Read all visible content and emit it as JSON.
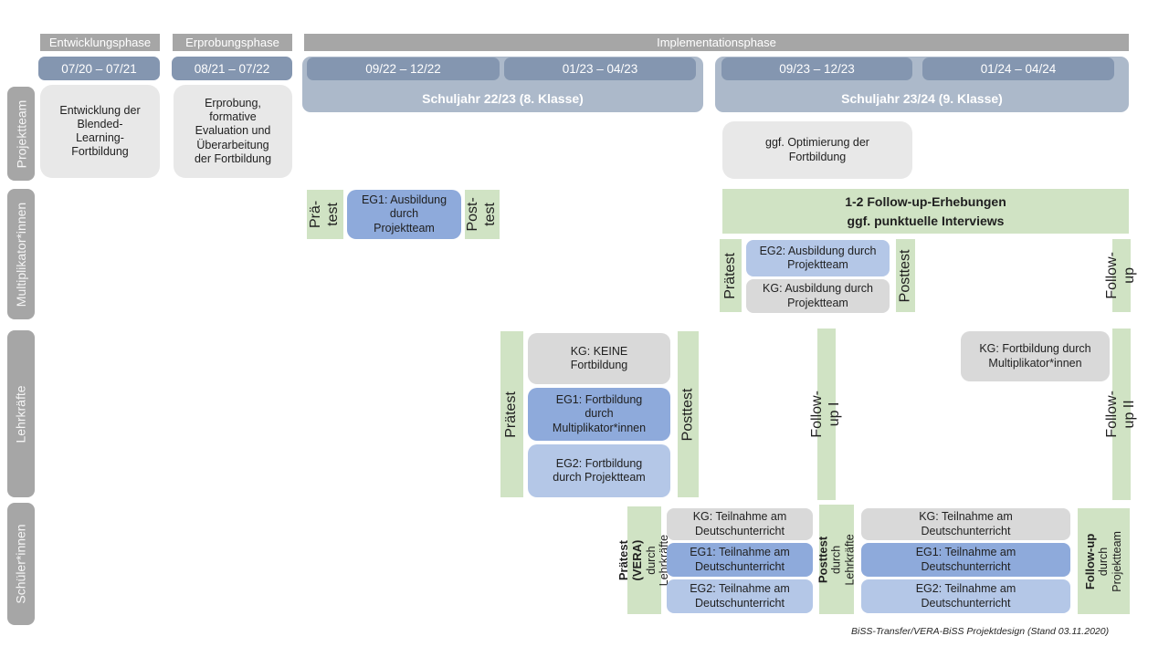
{
  "colors": {
    "phase_header": "#a6a6a6",
    "row_label": "#a6a6a6",
    "period_bar": "#8496b0",
    "school_year_band": "#acb9ca",
    "box_gray": "#e8e8e8",
    "kg_gray": "#d9d9d9",
    "eg1_blue": "#8eaadb",
    "eg2_blue": "#b4c7e7",
    "green": "#d0e3c4"
  },
  "phases": {
    "development": "Entwicklungsphase",
    "piloting": "Erprobungsphase",
    "implementation": "Implementationsphase"
  },
  "periods": {
    "development": "07/20 – 07/21",
    "piloting": "08/21 – 07/22",
    "sy1_term1": "09/22 – 12/22",
    "sy1_term2": "01/23 – 04/23",
    "sy1_label": "Schuljahr 22/23 (8. Klasse)",
    "sy2_term1": "09/23 – 12/23",
    "sy2_term2": "01/24 – 04/24",
    "sy2_label": "Schuljahr 23/24 (9. Klasse)"
  },
  "row_labels": {
    "projektteam": "Projektteam",
    "multiplikatoren": "Multiplikator*innen",
    "lehrkraefte": "Lehrkräfte",
    "schueler": "Schüler*innen"
  },
  "projektteam": {
    "development_box": "Entwicklung der\nBlended-\nLearning-\nFortbildung",
    "piloting_box": "Erprobung,\nformative\nEvaluation und\nÜberarbeitung\nder Fortbildung",
    "optimierung_box": "ggf. Optimierung der\nFortbildung"
  },
  "multiplikatoren": {
    "praetest_short": "Prä-\ntest",
    "eg1": "EG1: Ausbildung\ndurch\nProjektteam",
    "posttest_short": "Post-\ntest",
    "banner": "1-2 Follow-up-Erhebungen\nggf. punktuelle Interviews",
    "praetest": "Prätest",
    "eg2": "EG2: Ausbildung durch\nProjektteam",
    "kg": "KG: Ausbildung durch\nProjektteam",
    "posttest": "Posttest",
    "followup": "Follow-up"
  },
  "lehrkraefte": {
    "praetest": "Prätest",
    "kg": "KG: KEINE\nFortbildung",
    "eg1": "EG1: Fortbildung\ndurch\nMultiplikator*innen",
    "eg2": "EG2: Fortbildung\ndurch Projektteam",
    "posttest": "Posttest",
    "followup1": "Follow-up I",
    "kg2": "KG: Fortbildung durch\nMultiplikator*innen",
    "followup2": "Follow-up II"
  },
  "schueler": {
    "praetest": {
      "label": "Prätest (VERA)",
      "sub": "durch Lehrkräfte"
    },
    "kg1": "KG: Teilnahme am\nDeutschunterricht",
    "eg1a": "EG1: Teilnahme am\nDeutschunterricht",
    "eg2a": "EG2: Teilnahme am\nDeutschunterricht",
    "posttest": {
      "label": "Posttest",
      "sub": "durch Lehrkräfte"
    },
    "kg2": "KG: Teilnahme am\nDeutschunterricht",
    "eg1b": "EG1: Teilnahme am\nDeutschunterricht",
    "eg2b": "EG2: Teilnahme am\nDeutschunterricht",
    "followup": {
      "label": "Follow-up",
      "sub": "durch\nProjektteam"
    }
  },
  "caption": "BiSS-Transfer/VERA-BiSS Projektdesign (Stand 03.11.2020)"
}
